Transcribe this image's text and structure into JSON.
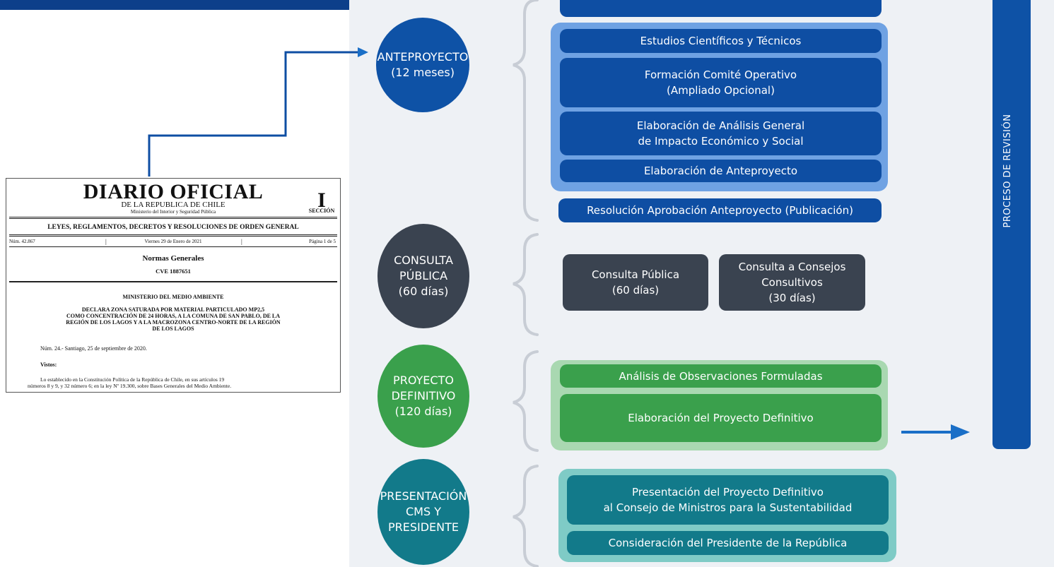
{
  "phases": [
    {
      "label_lines": [
        "ANTEPROYECTO",
        "(12 meses)"
      ]
    },
    {
      "label_lines": [
        "CONSULTA",
        "PÚBLICA",
        "(60 días)"
      ]
    },
    {
      "label_lines": [
        "PROYECTO",
        "DEFINITIVO",
        "(120 días)"
      ]
    },
    {
      "label_lines": [
        "PRESENTACIÓN",
        "CMS Y",
        "PRESIDENTE"
      ]
    }
  ],
  "anteproyecto_steps": [
    {
      "lines": [
        "Estudios Científicos y Técnicos"
      ]
    },
    {
      "lines": [
        "Formación Comité Operativo",
        "(Ampliado Opcional)"
      ]
    },
    {
      "lines": [
        "Elaboración de Análisis General",
        "de Impacto Económico y Social"
      ]
    },
    {
      "lines": [
        "Elaboración de Anteproyecto"
      ]
    }
  ],
  "resolucion": "Resolución Aprobación Anteproyecto (Publicación)",
  "consulta_steps": [
    {
      "lines": [
        "Consulta Pública",
        "(60 días)"
      ]
    },
    {
      "lines": [
        "Consulta a Consejos",
        "Consultivos",
        "(30 días)"
      ]
    }
  ],
  "definitivo_steps": [
    {
      "lines": [
        "Análisis de Observaciones Formuladas"
      ]
    },
    {
      "lines": [
        "Elaboración del Proyecto Definitivo"
      ]
    }
  ],
  "presentacion_steps": [
    {
      "lines": [
        "Presentación del Proyecto Definitivo",
        "al Consejo de Ministros para la Sustentabilidad"
      ]
    },
    {
      "lines": [
        "Consideración del Presidente de la República"
      ]
    }
  ],
  "revision_label": "PROCESO DE REVISIÓN",
  "document": {
    "title": "DIARIO OFICIAL",
    "subtitle": "DE LA REPUBLICA DE CHILE",
    "ministry_small": "Ministerio del Interior y Seguridad Pública",
    "section_number": "I",
    "section_label": "SECCIÓN",
    "banner": "LEYES, REGLAMENTOS, DECRETOS Y RESOLUCIONES DE ORDEN GENERAL",
    "issue_number": "Núm. 42.867",
    "date": "Viernes 29 de Enero de 2021",
    "page": "Página 1 de 5",
    "category": "Normas Generales",
    "cve": "CVE 1887651",
    "ministry": "MINISTERIO DEL MEDIO AMBIENTE",
    "decree_lines": [
      "DECLARA ZONA SATURADA POR MATERIAL PARTICULADO MP2,5",
      "COMO CONCENTRACIÓN DE 24 HORAS, A LA COMUNA DE SAN PABLO, DE LA",
      "REGIÓN DE LOS LAGOS Y A LA MACROZONA CENTRO-NORTE DE LA REGIÓN",
      "DE LOS LAGOS"
    ],
    "num_line": "Núm. 24.- Santiago, 25 de septiembre de 2020.",
    "vistos": "Vistos:",
    "body_lines": [
      "Lo establecido en la Constitución Política de la República de Chile, en sus artículos 19",
      "números 8 y 9, y 32 número 6; en la ley Nº 19.300, sobre Bases Generales del Medio Ambiente."
    ]
  },
  "colors": {
    "blue": "#0e52a6",
    "dark": "#3a4350",
    "green": "#3aa04c",
    "teal": "#127a8a",
    "arrow": "#1a6fc7"
  }
}
